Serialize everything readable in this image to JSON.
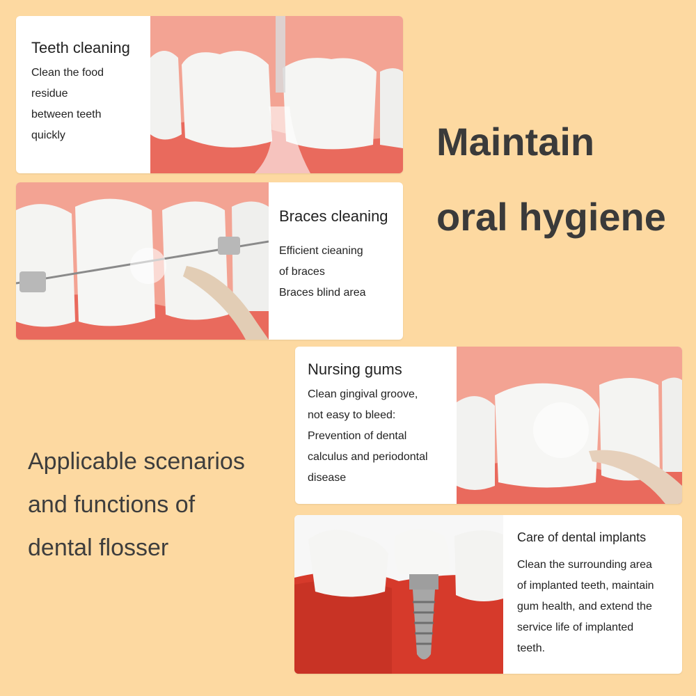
{
  "headline": {
    "line1": "Maintain",
    "line2": "oral hygiene"
  },
  "subhead": {
    "line1": "Applicable scenarios",
    "line2": "and functions of",
    "line3": "dental flosser"
  },
  "cards": [
    {
      "title": "Teeth cleaning",
      "lines": [
        "Clean the food",
        "residue",
        "between teeth",
        "quickly"
      ],
      "image": "teeth-water-jet-image"
    },
    {
      "title": "Braces cleaning",
      "lines": [
        "Efficient cieaning",
        "of braces",
        "Braces blind area"
      ],
      "image": "braces-cleaning-image"
    },
    {
      "title": "Nursing gums",
      "lines": [
        "Clean gingival groove,",
        "not easy to bleed:",
        "Prevention of dental",
        "calculus and periodontal",
        "disease"
      ],
      "image": "gum-cleaning-image"
    },
    {
      "title": "Care of dental implants",
      "lines": [
        "Clean the surrounding area",
        "of implanted teeth, maintain",
        "gum health, and extend the",
        "service life of implanted",
        "teeth."
      ],
      "image": "dental-implant-image"
    }
  ],
  "colors": {
    "background": "#fdd9a1",
    "card": "#ffffff",
    "gum": "#e96a5d",
    "tooth": "#f4f4f2",
    "headline_text": "#3a3a3a"
  }
}
